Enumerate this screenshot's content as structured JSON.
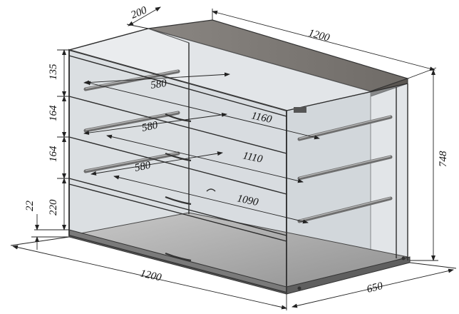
{
  "dimensions": {
    "top_depth": "200",
    "top_width": "1200",
    "total_height": "748",
    "bottom_width": "1200",
    "bottom_depth": "650",
    "tier_top": "135",
    "tier_upper": "164",
    "tier_middle": "164",
    "tier_bottom": "220",
    "base_gap": "22",
    "shelf1_depth": "580",
    "shelf2_depth": "580",
    "shelf3_depth": "580",
    "shelf1_width": "1160",
    "shelf2_width": "1110",
    "shelf3_width": "1090"
  }
}
